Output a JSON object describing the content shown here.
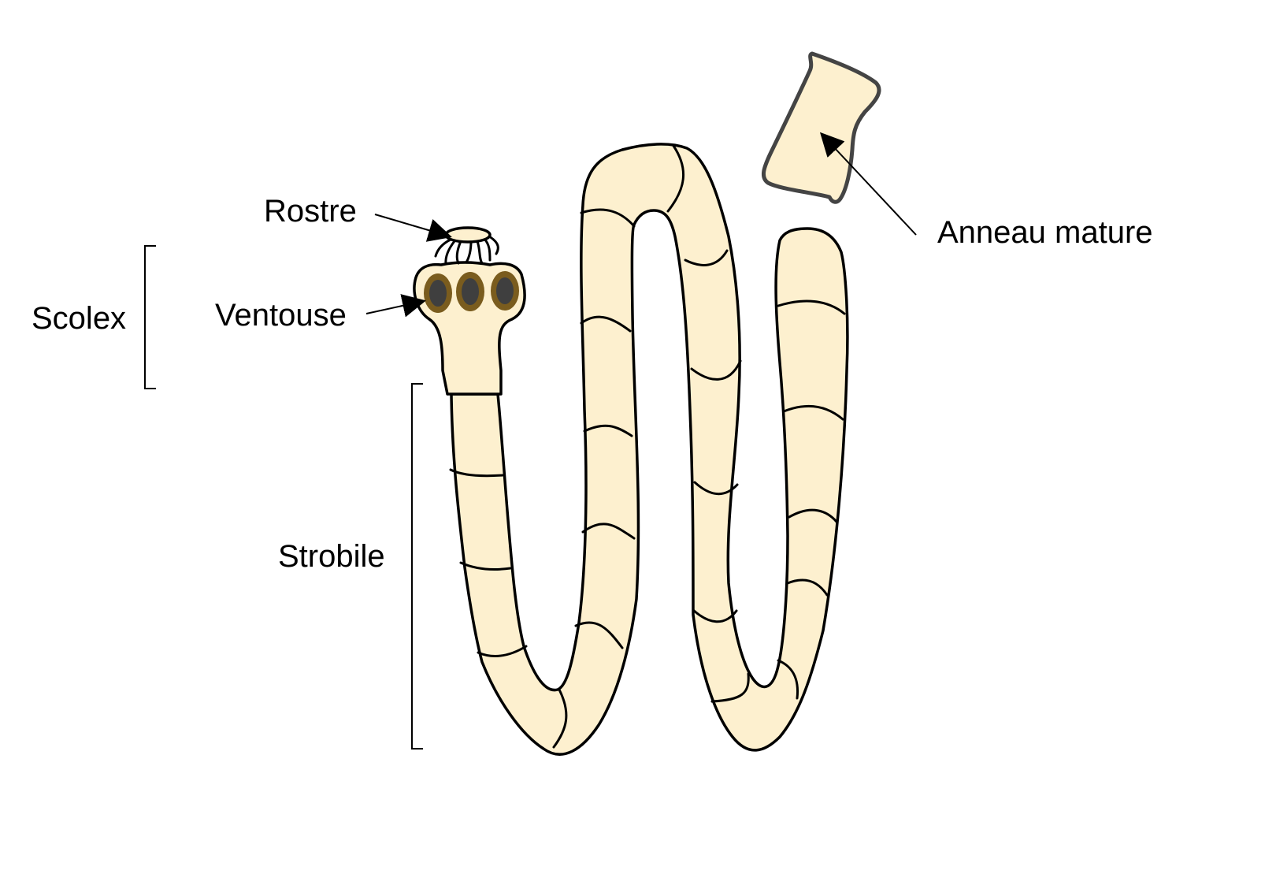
{
  "colors": {
    "body_fill": "#fdf0cf",
    "outline": "#000000",
    "segment_outline": "#444444",
    "sucker_ring": "#7a5c1e",
    "sucker_core": "#3f3f3f"
  },
  "labels": {
    "rostre": "Rostre",
    "scolex": "Scolex",
    "ventouse": "Ventouse",
    "strobile": "Strobile",
    "anneau_mature": "Anneau mature"
  }
}
